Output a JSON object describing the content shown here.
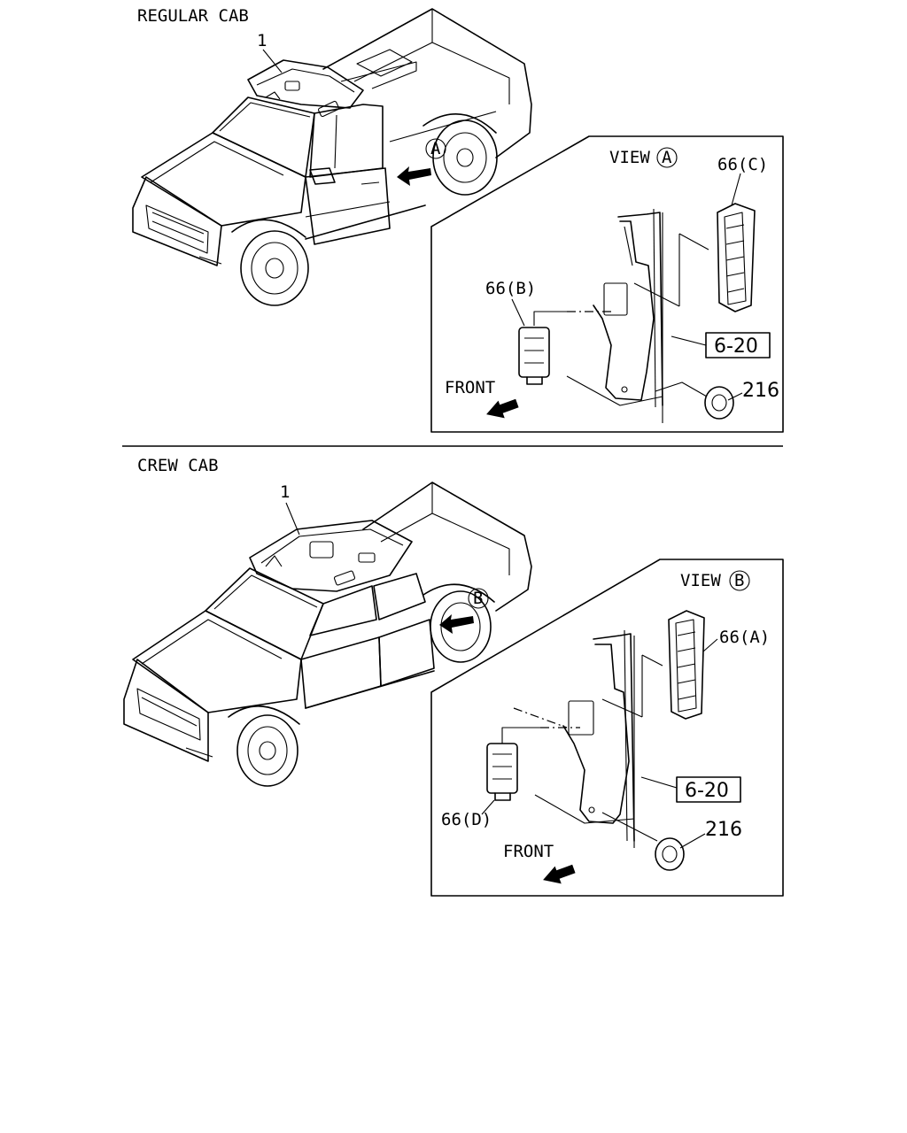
{
  "regular_cab": {
    "title": "REGULAR CAB",
    "part_label": "1",
    "view_marker": "A",
    "inset": {
      "view_prefix": "VIEW",
      "view_letter": "A",
      "labels": {
        "vent_upper": "66(C)",
        "clip": "66(B)",
        "ref": "6-20",
        "grommet": "216",
        "front": "FRONT"
      }
    }
  },
  "crew_cab": {
    "title": "CREW CAB",
    "part_label": "1",
    "view_marker": "B",
    "inset": {
      "view_prefix": "VIEW",
      "view_letter": "B",
      "labels": {
        "vent_upper": "66(A)",
        "clip": "66(D)",
        "ref": "6-20",
        "grommet": "216",
        "front": "FRONT"
      }
    }
  }
}
